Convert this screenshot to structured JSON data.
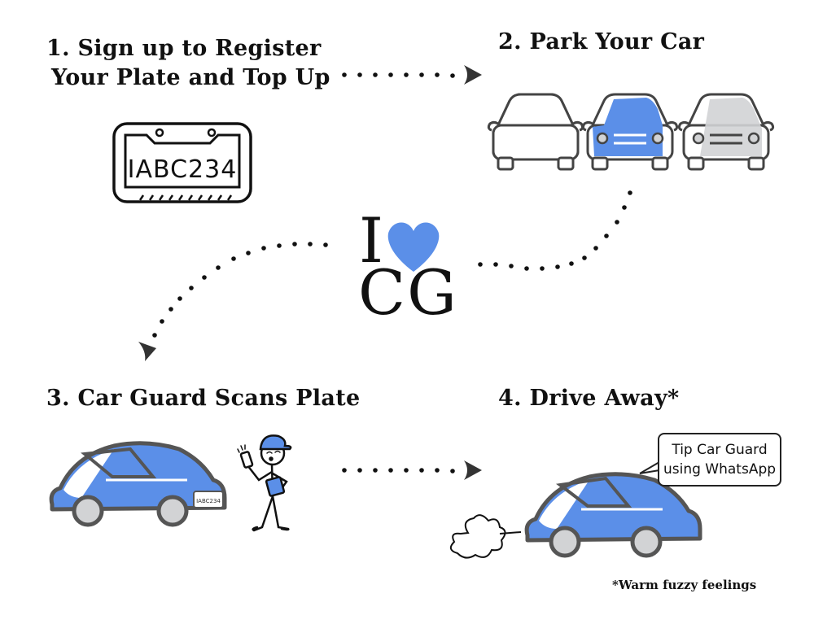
{
  "steps": [
    {
      "number": "1.",
      "title_line1": "Sign up to Register",
      "title_line2": "Your Plate and Top Up"
    },
    {
      "number": "2.",
      "title": "Park Your Car"
    },
    {
      "number": "3.",
      "title": "Car Guard Scans Plate"
    },
    {
      "number": "4.",
      "title": "Drive Away*"
    }
  ],
  "license_plate": {
    "text": "IABC234"
  },
  "logo": {
    "letter_i": "I",
    "letters_cg": "CG",
    "heart_icon": "heart-icon"
  },
  "speech_bubble": {
    "line1": "Tip Car Guard",
    "line2": "using WhatsApp"
  },
  "footnote": "*Warm fuzzy feelings",
  "colors": {
    "accent_blue": "#5b8fe8",
    "car_grey": "#d2d3d5",
    "outline": "#444444",
    "ink": "#111111"
  }
}
